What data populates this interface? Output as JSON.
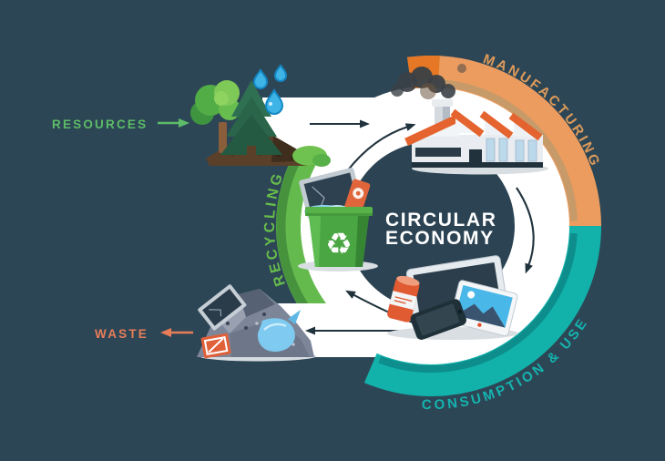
{
  "background_color": "#2d4656",
  "band_color": "#ffffff",
  "flow_arrow_color": "#20333d",
  "center": {
    "title_line1": "CIRCULAR",
    "title_line2": "ECONOMY",
    "title_color": "#ffffff",
    "disk_color": "#2b4353"
  },
  "arcs": {
    "manufacturing": {
      "label": "MANUFACTURING",
      "band_color": "#eb9c5e",
      "band_shade": "#c79a69",
      "band_hot": "#e4731f",
      "label_color": "#de9b59"
    },
    "consumption_use": {
      "label": "CONSUMPTION & USE",
      "band_color": "#12b2ab",
      "band_shade": "#0d8e8c",
      "label_color": "#15b3ae"
    },
    "recycling": {
      "label": "RECYCLING",
      "band_color": "#64ba4d",
      "band_shade": "#47923d",
      "label_color": "#67bd4b"
    }
  },
  "endpoints": {
    "resources": {
      "label": "RESOURCES",
      "color": "#5cbc68"
    },
    "waste": {
      "label": "WASTE",
      "color": "#e87d58"
    }
  },
  "glyphs": {
    "recycle_symbol": "♻"
  }
}
